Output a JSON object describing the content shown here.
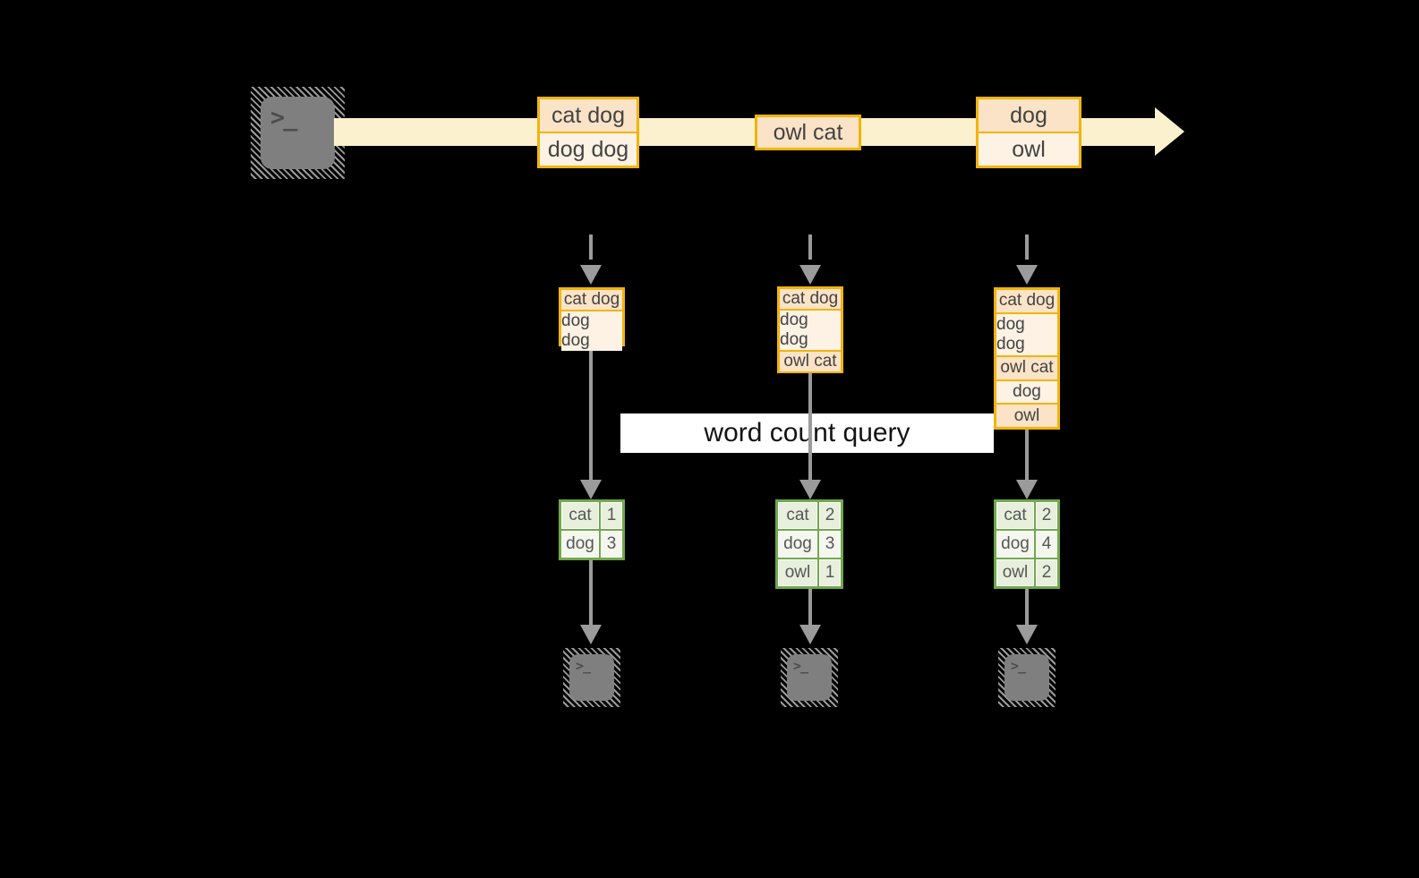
{
  "diagram": {
    "query_label": "word count query",
    "colors": {
      "gold_border": "#F2B40B",
      "peach_fill": "#FAE3C6",
      "cream_fill": "#FDF2E3",
      "stream_yellow": "#FCF1CE",
      "green_border": "#6FA84B",
      "green_cell_a": "#E8EFDC",
      "green_cell_b": "#F3F7EE",
      "arrow_gray": "#9B9B9B",
      "terminal_gray": "#7F7F7F"
    },
    "source_terminal": {
      "prompt": ">_"
    },
    "stream_batches": [
      {
        "records": [
          "cat dog",
          "dog dog"
        ]
      },
      {
        "records": [
          "owl cat"
        ]
      },
      {
        "records": [
          "dog",
          "owl"
        ]
      }
    ],
    "columns": [
      {
        "input_state": [
          "cat dog",
          "dog dog"
        ],
        "counts": [
          {
            "word": "cat",
            "count": "1"
          },
          {
            "word": "dog",
            "count": "3"
          }
        ]
      },
      {
        "input_state": [
          "cat dog",
          "dog dog",
          "owl cat"
        ],
        "counts": [
          {
            "word": "cat",
            "count": "2"
          },
          {
            "word": "dog",
            "count": "3"
          },
          {
            "word": "owl",
            "count": "1"
          }
        ]
      },
      {
        "input_state": [
          "cat dog",
          "dog dog",
          "owl cat",
          "dog",
          "owl"
        ],
        "counts": [
          {
            "word": "cat",
            "count": "2"
          },
          {
            "word": "dog",
            "count": "4"
          },
          {
            "word": "owl",
            "count": "2"
          }
        ]
      }
    ],
    "output_terminals": [
      {
        "prompt": ">_"
      },
      {
        "prompt": ">_"
      },
      {
        "prompt": ">_"
      }
    ]
  }
}
